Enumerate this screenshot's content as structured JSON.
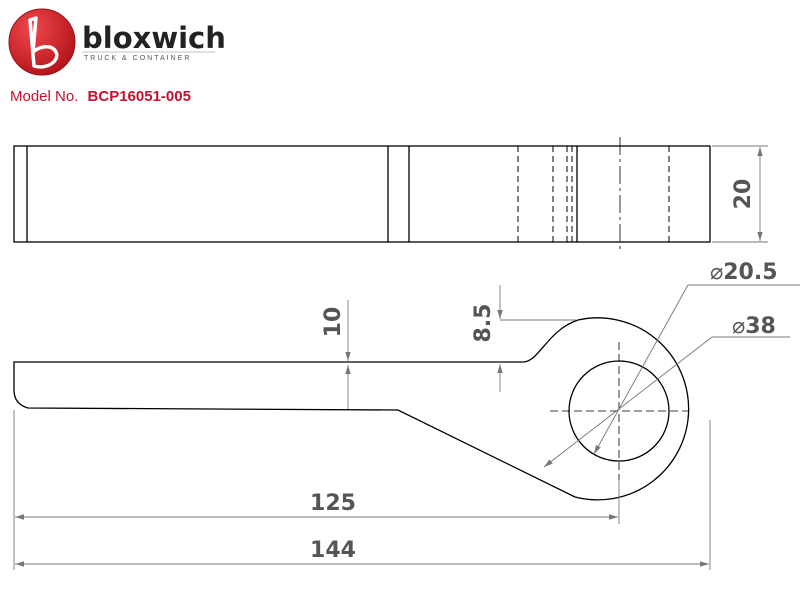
{
  "brand": {
    "name": "bloxwich",
    "tagline": "TRUCK & CONTAINER",
    "logo_icon": "bloxwich-b-logo",
    "logo_color": "#d61f26"
  },
  "model": {
    "label": "Model No.",
    "number": "BCP16051-005",
    "color": "#c8102e"
  },
  "dimensions": {
    "thickness": "20",
    "eye_inner_diameter": "20.5",
    "eye_outer_diameter": "38",
    "shank_height": "10",
    "eye_offset": "8.5",
    "hole_center_length": "125",
    "overall_length": "144",
    "diameter_symbol": "⌀"
  },
  "colors": {
    "line": "#000000",
    "dimension_line": "#777777",
    "dimension_text": "#555555"
  }
}
